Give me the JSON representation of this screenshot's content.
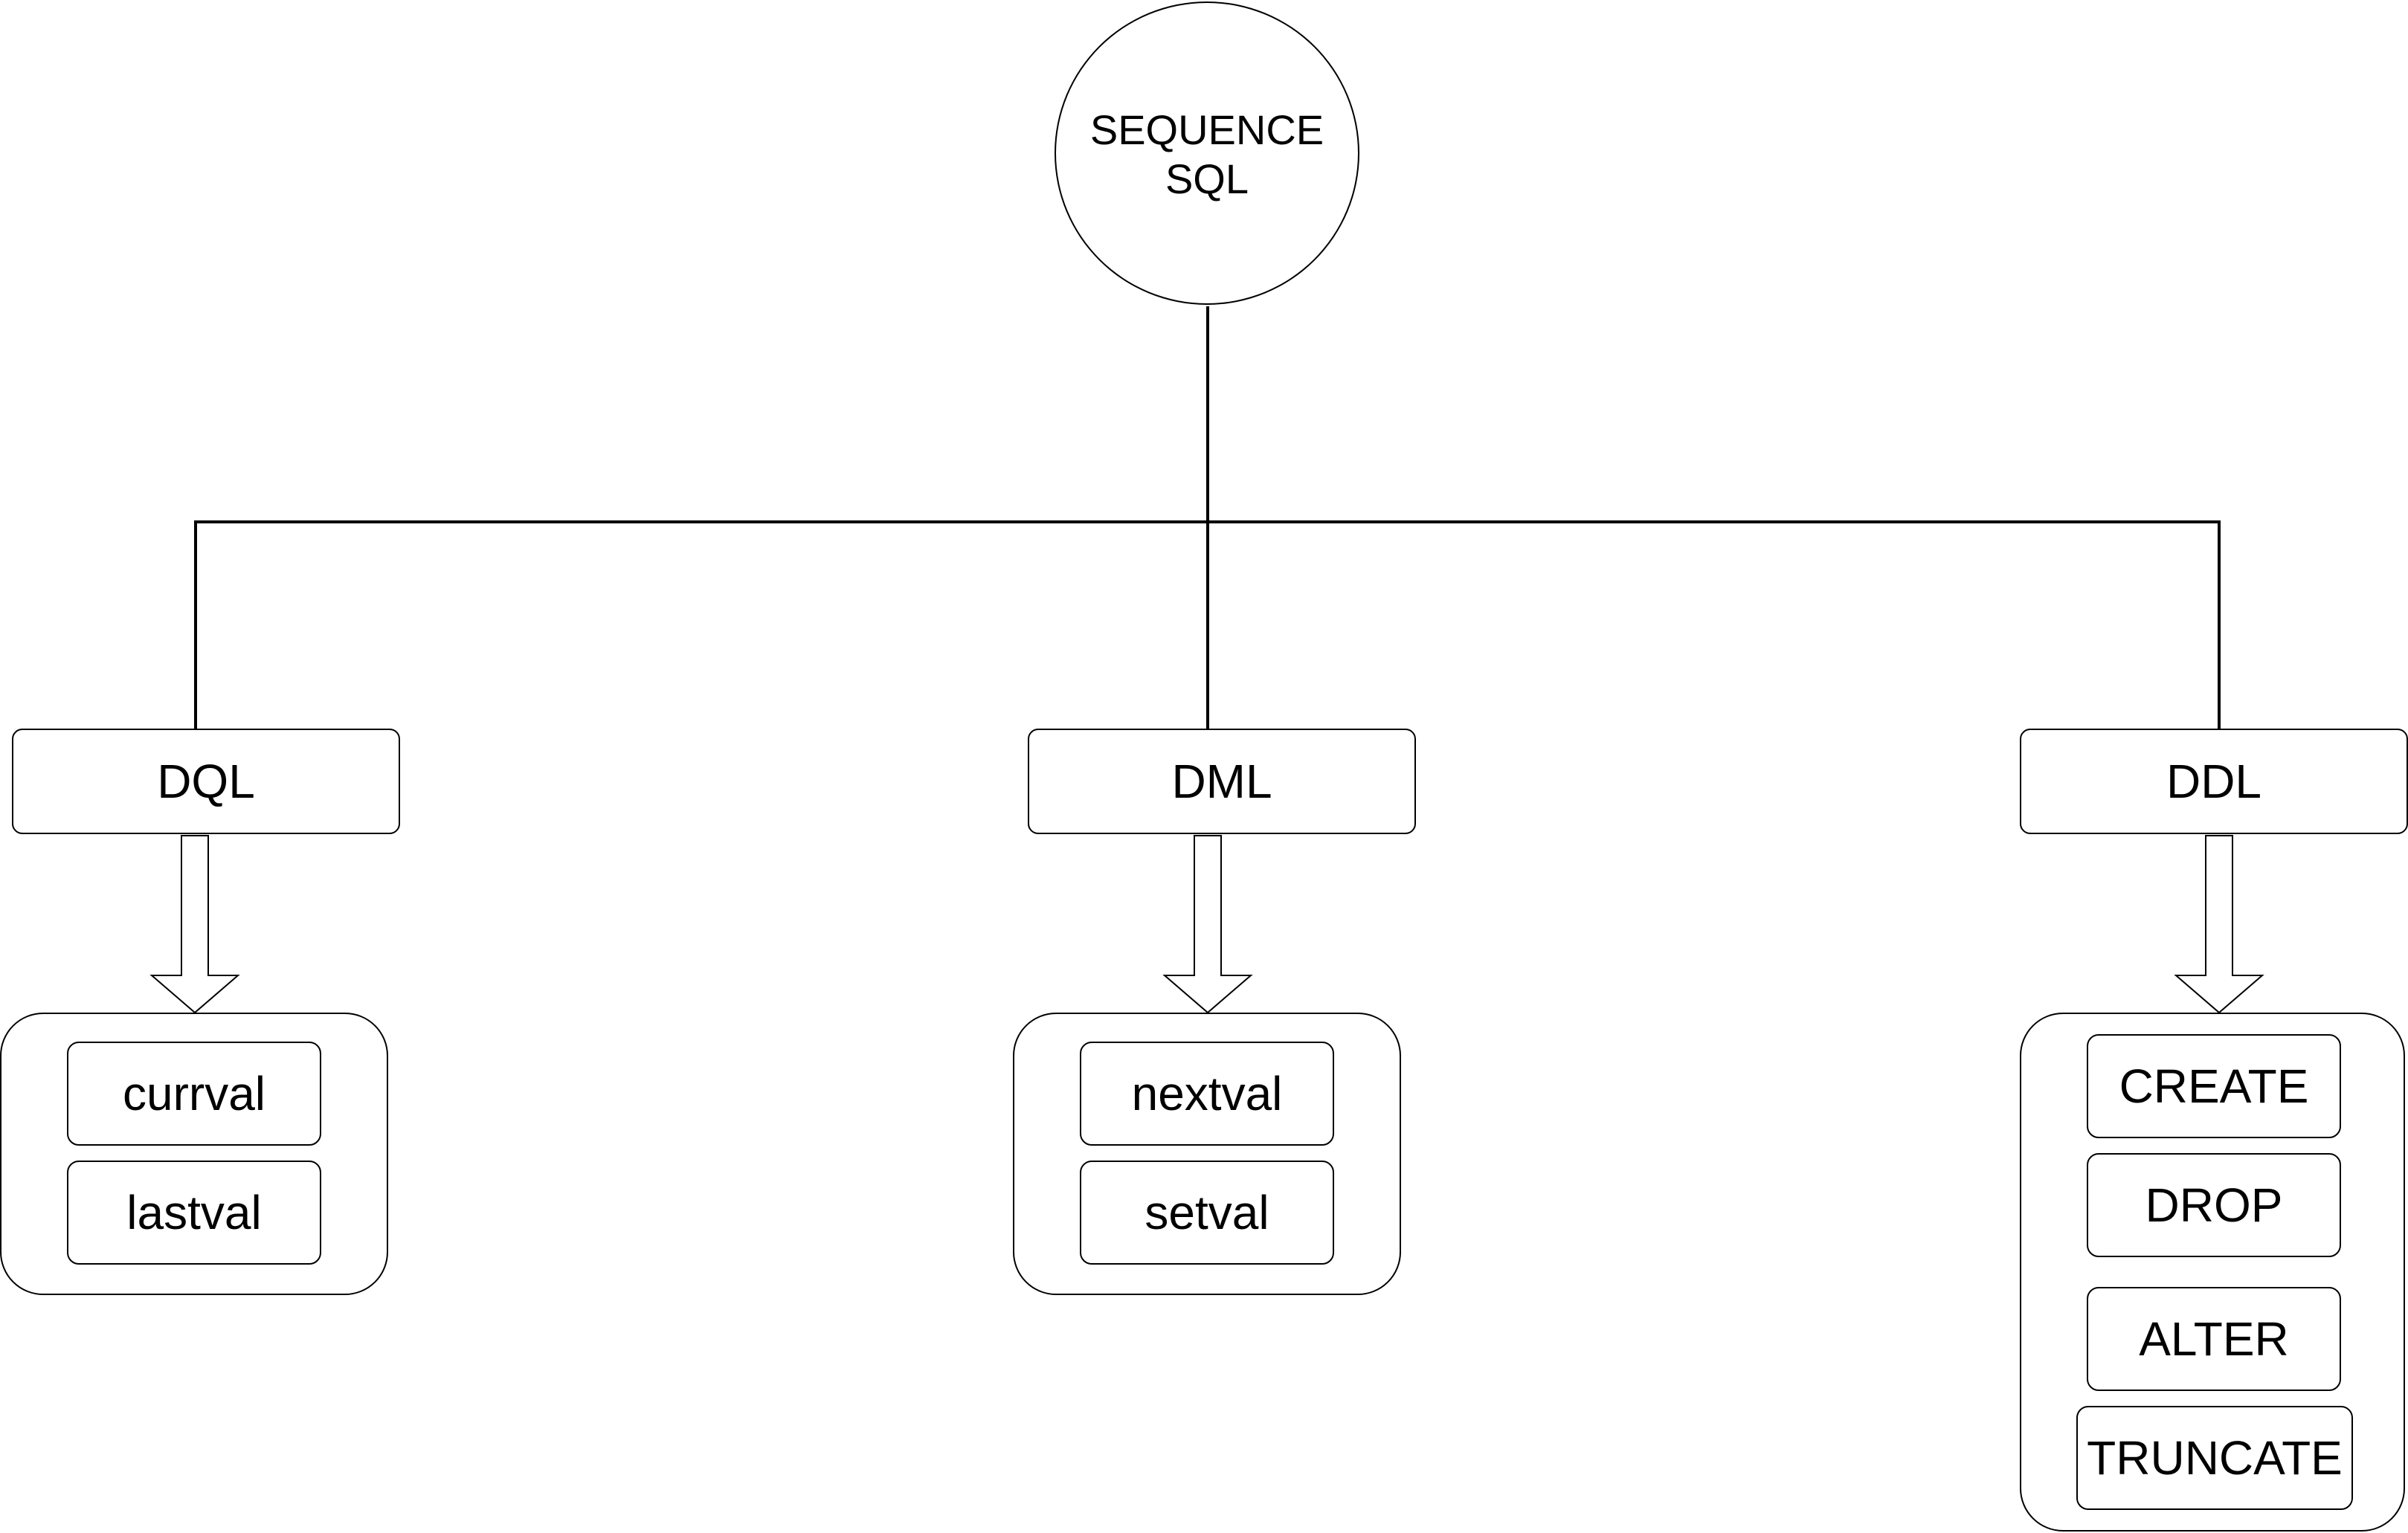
{
  "root": {
    "line1": "SEQUENCE",
    "line2": "SQL"
  },
  "categories": [
    {
      "label": "DQL",
      "items": [
        "currval",
        "lastval"
      ]
    },
    {
      "label": "DML",
      "items": [
        "nextval",
        "setval"
      ]
    },
    {
      "label": "DDL",
      "items": [
        "CREATE",
        "DROP",
        "ALTER",
        "TRUNCATE"
      ]
    }
  ]
}
